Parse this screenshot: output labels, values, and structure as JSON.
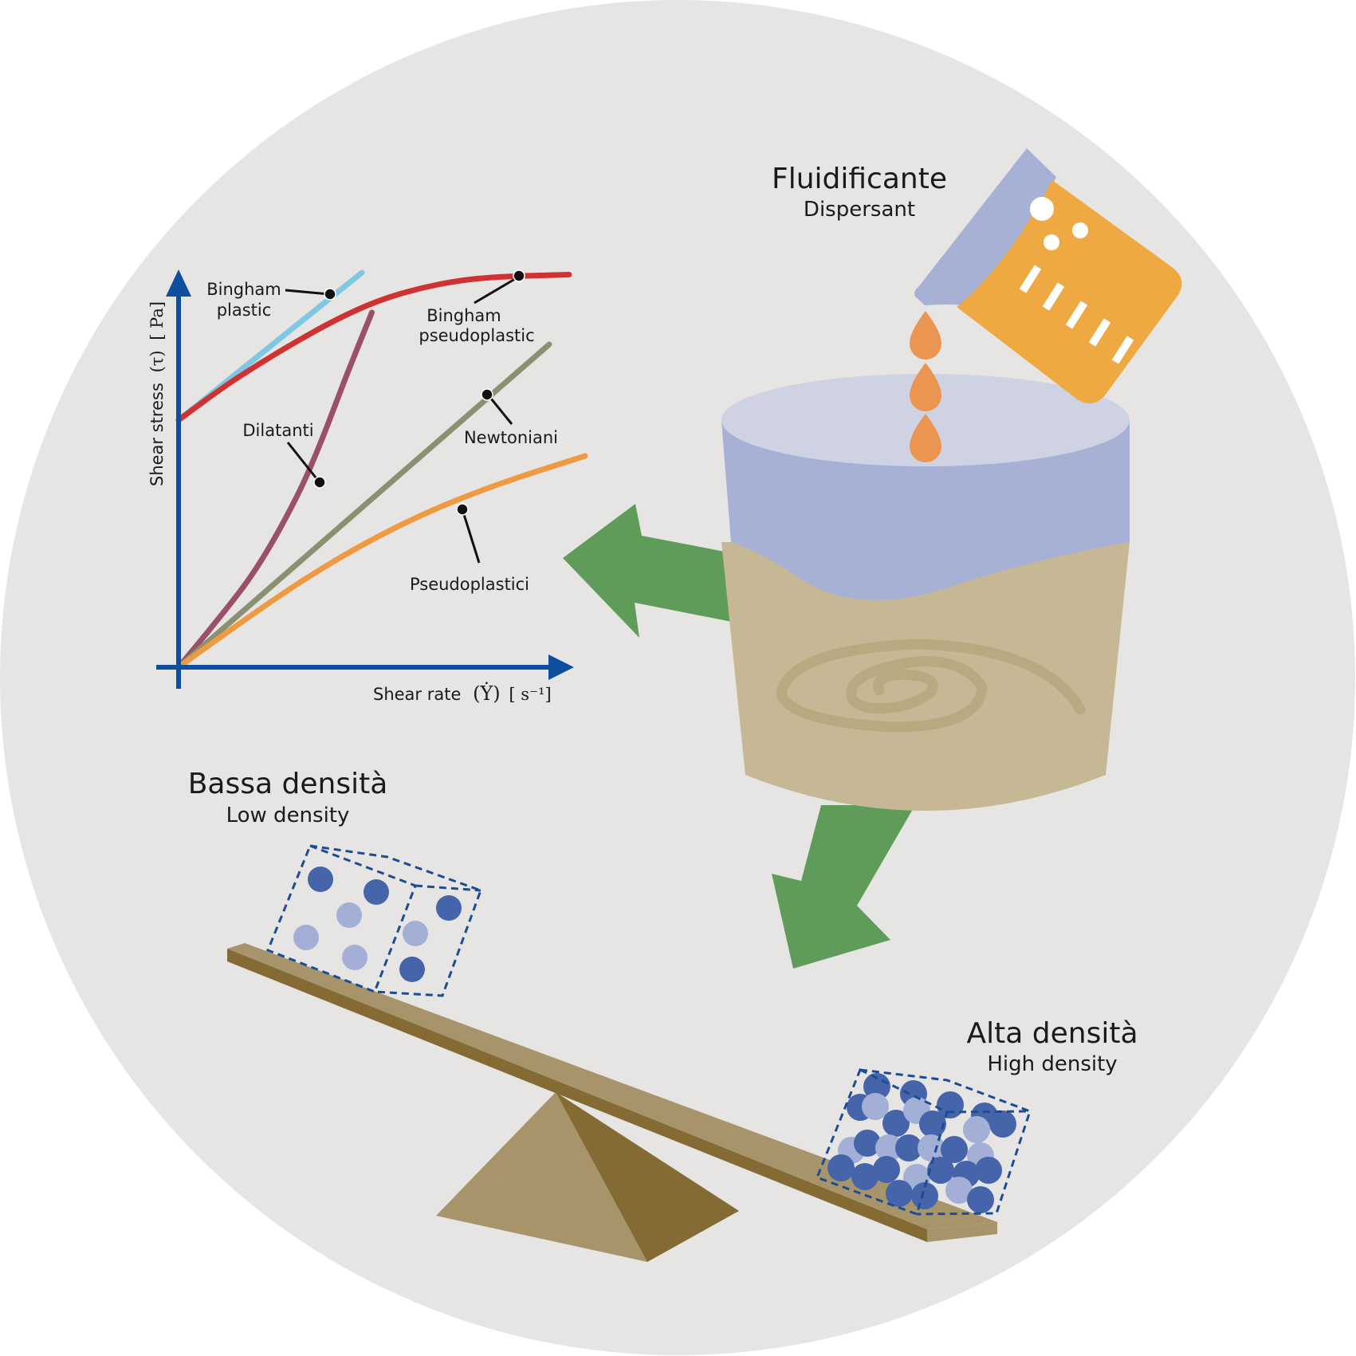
{
  "colors": {
    "background_disc": "#e6e5e3",
    "axis": "#0d4f9c",
    "bingham_plastic": "#7ec8e3",
    "bingham_pseudoplastic": "#cf3232",
    "dilatant": "#9a5068",
    "newtonian": "#8a9170",
    "pseudoplastic": "#ee9a43",
    "green_arrow": "#5f9c5a",
    "beaker_orange": "#eea942",
    "beaker_blue": "#a7b1d6",
    "drop_orange": "#ea9652",
    "cup_top": "#ced2e2",
    "cup_liquid_blue": "#a7b1d6",
    "cup_paste": "#c6b795",
    "cup_swirl": "#b8a981",
    "seesaw_light": "#a8946b",
    "seesaw_dark": "#836b33",
    "particle_dark": "#4564aa",
    "particle_light": "#a3afd6",
    "cube_dash": "#1a4d94"
  },
  "labels": {
    "dispersant_it": "Fluidificante",
    "dispersant_en": "Dispersant",
    "low_density_it": "Bassa densità",
    "low_density_en": "Low density",
    "high_density_it": "Alta densità",
    "high_density_en": "High density"
  },
  "chart_data": {
    "type": "line",
    "title": "",
    "xlabel": "Shear rate",
    "xlabel_symbol": "(Ẏ)",
    "xlabel_unit": "[ s⁻¹]",
    "ylabel": "Shear stress",
    "ylabel_symbol": "(τ)",
    "ylabel_unit": "[ Pa]",
    "grid": false,
    "xlim": [
      0,
      10
    ],
    "ylim": [
      0,
      10
    ],
    "series": [
      {
        "name": "Bingham plastic",
        "label_lines": [
          "Bingham",
          "plastic"
        ],
        "color_key": "bingham_plastic",
        "points": [
          [
            0,
            6.2
          ],
          [
            4.6,
            9.9
          ]
        ]
      },
      {
        "name": "Bingham pseudoplastic",
        "label_lines": [
          "Bingham",
          "pseudoplastic"
        ],
        "color_key": "bingham_pseudoplastic",
        "points": [
          [
            0,
            6.2
          ],
          [
            1,
            6.95
          ],
          [
            2,
            7.6
          ],
          [
            3,
            8.2
          ],
          [
            4,
            8.75
          ],
          [
            5,
            9.2
          ],
          [
            6,
            9.5
          ],
          [
            7,
            9.7
          ],
          [
            8,
            9.8
          ],
          [
            9.8,
            9.85
          ]
        ]
      },
      {
        "name": "Dilatanti",
        "label_lines": [
          "Dilatanti"
        ],
        "color_key": "dilatant",
        "points": [
          [
            0,
            0
          ],
          [
            1,
            1.2
          ],
          [
            2,
            2.5
          ],
          [
            3,
            4.3
          ],
          [
            3.6,
            5.7
          ],
          [
            4.2,
            7.3
          ],
          [
            4.85,
            8.9
          ]
        ]
      },
      {
        "name": "Newtoniani",
        "label_lines": [
          "Newtoniani"
        ],
        "color_key": "newtonian",
        "points": [
          [
            0,
            0
          ],
          [
            9.3,
            8.1
          ]
        ]
      },
      {
        "name": "Pseudoplastici",
        "label_lines": [
          "Pseudoplastici"
        ],
        "color_key": "pseudoplastic",
        "points": [
          [
            0,
            0
          ],
          [
            2,
            1.45
          ],
          [
            4,
            2.75
          ],
          [
            6,
            3.8
          ],
          [
            8,
            4.6
          ],
          [
            10.2,
            5.3
          ]
        ]
      }
    ]
  }
}
